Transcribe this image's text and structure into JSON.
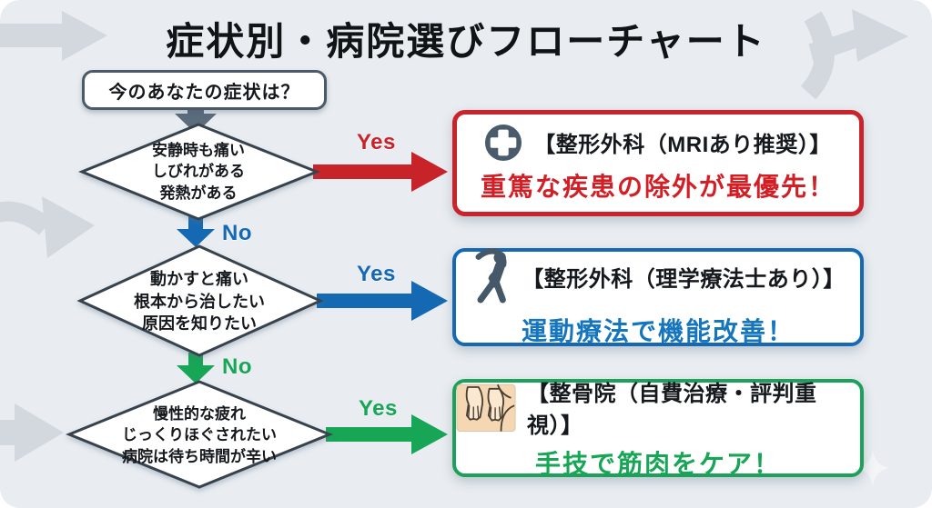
{
  "title": "症状別・病院選びフローチャート",
  "start": {
    "label": "今のあなたの症状は？"
  },
  "decisions": [
    {
      "lines": [
        "安静時も痛い",
        "しびれがある",
        "発熱がある"
      ],
      "yes_label": "Yes",
      "no_label": "No"
    },
    {
      "lines": [
        "動かすと痛い",
        "根本から治したい",
        "原因を知りたい"
      ],
      "yes_label": "Yes",
      "no_label": "No"
    },
    {
      "lines": [
        "慢性的な疲れ",
        "じっくりほぐされたい",
        "病院は待ち時間が辛い"
      ],
      "yes_label": "Yes"
    }
  ],
  "results": [
    {
      "icon": "medical-cross-icon",
      "heading": "【整形外科（MRIあり推奨）】",
      "message": "重篤な疾患の除外が最優先！",
      "accent": "#c9242b"
    },
    {
      "icon": "stretching-person-icon",
      "heading": "【整形外科（理学療法士あり）】",
      "message": "運動療法で機能改善！",
      "accent": "#1569b3"
    },
    {
      "icon": "massage-hands-icon",
      "heading": "【整骨院（自費治療・評判重視）】",
      "message": "手技で筋肉をケア！",
      "accent": "#1ca05a"
    }
  ],
  "colors": {
    "background": "#e9edf1",
    "decorative_arrow": "#d2d8de",
    "slate": "#46586a",
    "red": "#c9232a",
    "blue": "#1569b3",
    "green": "#17a556",
    "skin": "#f6d7b4"
  }
}
